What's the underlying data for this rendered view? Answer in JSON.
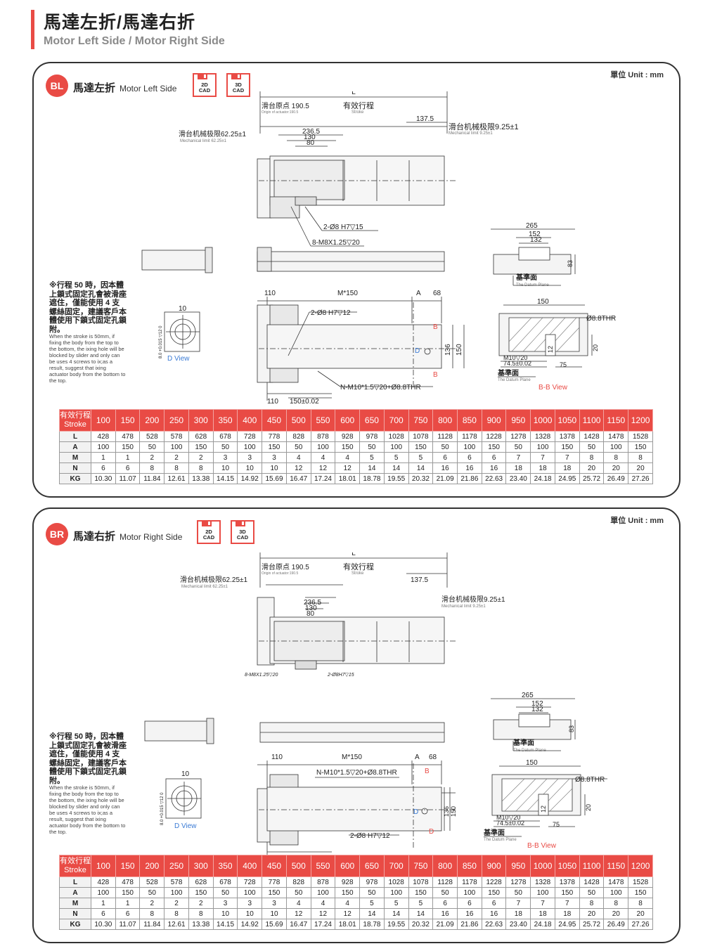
{
  "header": {
    "title_zh": "馬達左折/馬達右折",
    "title_en": "Motor Left Side / Motor Right Side"
  },
  "unit": "單位 Unit : mm",
  "cad": {
    "two_d": "2D",
    "three_d": "3D",
    "cad": "CAD"
  },
  "note": {
    "zh": "※行程 50 時，因本體上鎖式固定孔會被滑座遮住，僅能使用 4 支螺絲固定，建議客戶本體使用下鎖式固定孔鎖附。",
    "en": "When the stroke is 50mm, if fixing the body from the top to the bottom, the ixing hole will be blocked by slider and only can be uses 4 screws to ix;as a result, suggest that ixing actuator body from the bottom to the top."
  },
  "panels": [
    {
      "badge": "BL",
      "title_zh": "馬達左折",
      "title_en": "Motor Left Side",
      "hole_label": "2-Ø8 H7▽15",
      "tap_label": "8-M8X1.25▽20",
      "callout_a": "2-Ø8 H7▽12",
      "callout_b": "N-M10*1.5▽20+Ø8.8THR"
    },
    {
      "badge": "BR",
      "title_zh": "馬達右折",
      "title_en": "Motor Right Side",
      "hole_label": "2-Ø8H7▽15",
      "tap_label": "8-M8X1.25▽20",
      "callout_a": "N-M10*1.5▽20+Ø8.8THR",
      "callout_b": "2-Ø8 H7▽12"
    }
  ],
  "drawing": {
    "L": "L",
    "origin_zh": "滑台原点 190.5",
    "origin_en": "Origin of actuator:190.5",
    "stroke_zh": "有效行程",
    "stroke_en": "Stroke",
    "d137": "137.5",
    "mech_left_zh": "滑台机械极限62.25±1",
    "mech_left_en": "Mechanical limit 62.25±1",
    "mech_right_zh": "滑台机械极限9.25±1",
    "mech_right_en": "Mechanical limit 9.25±1",
    "d236": "236.5",
    "d130": "130",
    "d80": "80",
    "d265": "265",
    "d152": "152",
    "d132": "132",
    "d83": "83",
    "datum_zh": "基準面",
    "datum_en": "The Datum Plane",
    "d110": "110",
    "m150": "M*150",
    "A": "A",
    "d68": "68",
    "d150t": "150±0.02",
    "d136": "136",
    "d150": "150",
    "B": "B",
    "D": "D",
    "d10": "10",
    "tol": "8.0 +0.015 ▽12 0",
    "dview": "D View",
    "thr": "Ø8.8THR",
    "m10": "M10▽20",
    "d745": "74.5±0.02",
    "d12": "12",
    "d75": "75",
    "d20": "20",
    "bbview": "B-B View"
  },
  "table": {
    "header_label": [
      "有效行程",
      "Stroke"
    ],
    "strokes": [
      "100",
      "150",
      "200",
      "250",
      "300",
      "350",
      "400",
      "450",
      "500",
      "550",
      "600",
      "650",
      "700",
      "750",
      "800",
      "850",
      "900",
      "950",
      "1000",
      "1050",
      "1100",
      "1150",
      "1200"
    ],
    "rows": [
      {
        "label": "L",
        "values": [
          "428",
          "478",
          "528",
          "578",
          "628",
          "678",
          "728",
          "778",
          "828",
          "878",
          "928",
          "978",
          "1028",
          "1078",
          "1128",
          "1178",
          "1228",
          "1278",
          "1328",
          "1378",
          "1428",
          "1478",
          "1528"
        ]
      },
      {
        "label": "A",
        "values": [
          "100",
          "150",
          "50",
          "100",
          "150",
          "50",
          "100",
          "150",
          "50",
          "100",
          "150",
          "50",
          "100",
          "150",
          "50",
          "100",
          "150",
          "50",
          "100",
          "150",
          "50",
          "100",
          "150"
        ]
      },
      {
        "label": "M",
        "values": [
          "1",
          "1",
          "2",
          "2",
          "2",
          "3",
          "3",
          "3",
          "4",
          "4",
          "4",
          "5",
          "5",
          "5",
          "6",
          "6",
          "6",
          "7",
          "7",
          "7",
          "8",
          "8",
          "8"
        ]
      },
      {
        "label": "N",
        "values": [
          "6",
          "6",
          "8",
          "8",
          "8",
          "10",
          "10",
          "10",
          "12",
          "12",
          "12",
          "14",
          "14",
          "14",
          "16",
          "16",
          "16",
          "18",
          "18",
          "18",
          "20",
          "20",
          "20"
        ]
      },
      {
        "label": "KG",
        "values": [
          "10.30",
          "11.07",
          "11.84",
          "12.61",
          "13.38",
          "14.15",
          "14.92",
          "15.69",
          "16.47",
          "17.24",
          "18.01",
          "18.78",
          "19.55",
          "20.32",
          "21.09",
          "21.86",
          "22.63",
          "23.40",
          "24.18",
          "24.95",
          "25.72",
          "26.49",
          "27.26"
        ]
      }
    ]
  }
}
